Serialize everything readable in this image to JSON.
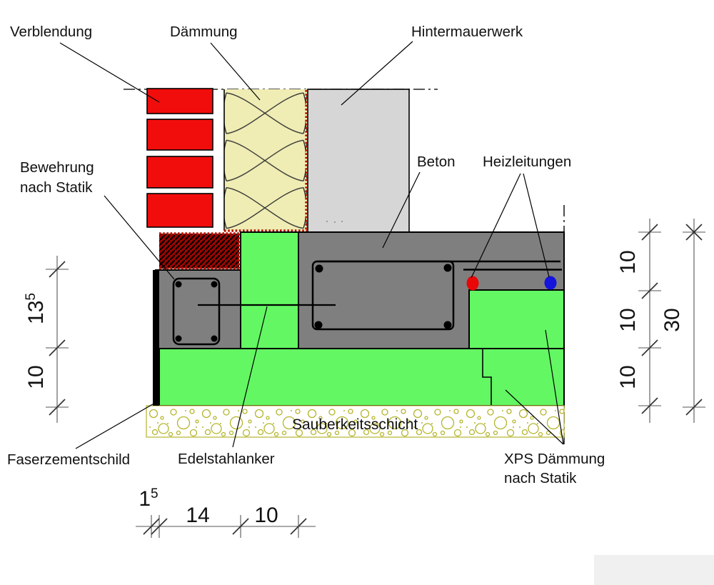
{
  "labels": {
    "verblendung": "Verblendung",
    "daemmung": "Dämmung",
    "hintermauerwerk": "Hintermauerwerk",
    "beton": "Beton",
    "heizleitungen": "Heizleitungen",
    "bewehrung_line1": "Bewehrung",
    "bewehrung_line2": "nach Statik",
    "faserzementschild": "Faserzementschild",
    "edelstahlanker": "Edelstahlanker",
    "sauberkeitsschicht": "Sauberkeitsschicht",
    "xps_line1": "XPS Dämmung",
    "xps_line2": "nach Statik"
  },
  "dimensions": {
    "left": [
      {
        "value": "13",
        "sup": "5"
      },
      {
        "value": "10",
        "sup": ""
      }
    ],
    "right_segments": [
      "10",
      "10",
      "10"
    ],
    "right_total": "30",
    "bottom": [
      {
        "value": "1",
        "sup": "5"
      },
      {
        "value": "14",
        "sup": ""
      },
      {
        "value": "10",
        "sup": ""
      }
    ]
  },
  "colors": {
    "brick_red": "#f20d0d",
    "insulation_cream": "#efedb4",
    "masonry_gray": "#d6d6d6",
    "concrete_gray": "#7f7f7f",
    "xps_green": "#63f763",
    "reinforcement_hatch_red": "#9b0500",
    "blinding_olive": "#b5b52e",
    "pipe_red": "#e90707",
    "pipe_blue": "#1414dd"
  }
}
